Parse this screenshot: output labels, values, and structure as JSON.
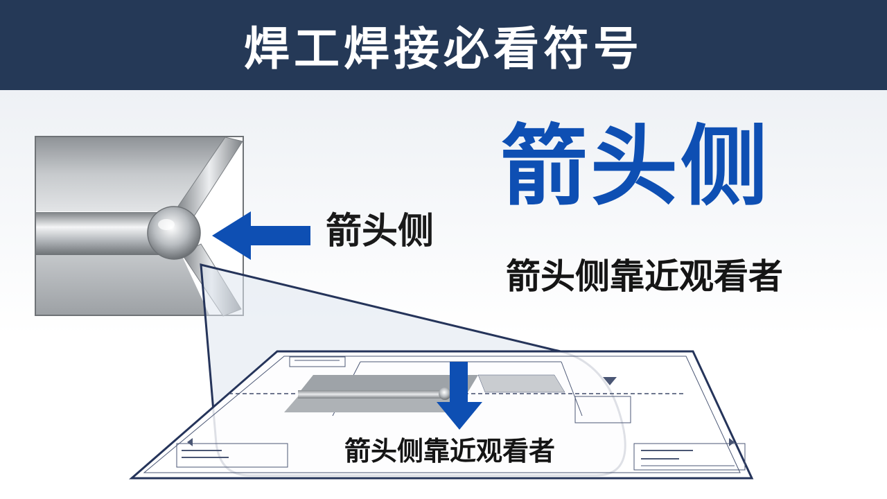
{
  "header": {
    "title": "焊工焊接必看符号"
  },
  "main": {
    "heading": "箭头侧",
    "subheading": "箭头侧靠近观看者"
  },
  "figure": {
    "arrow_label": "箭头侧",
    "drawing_label": "箭头侧靠近观看者"
  },
  "colors": {
    "header_bg": "#253957",
    "accent_blue": "#0e4fb3",
    "text_dark": "#151515",
    "drawing_line": "#25345a"
  }
}
